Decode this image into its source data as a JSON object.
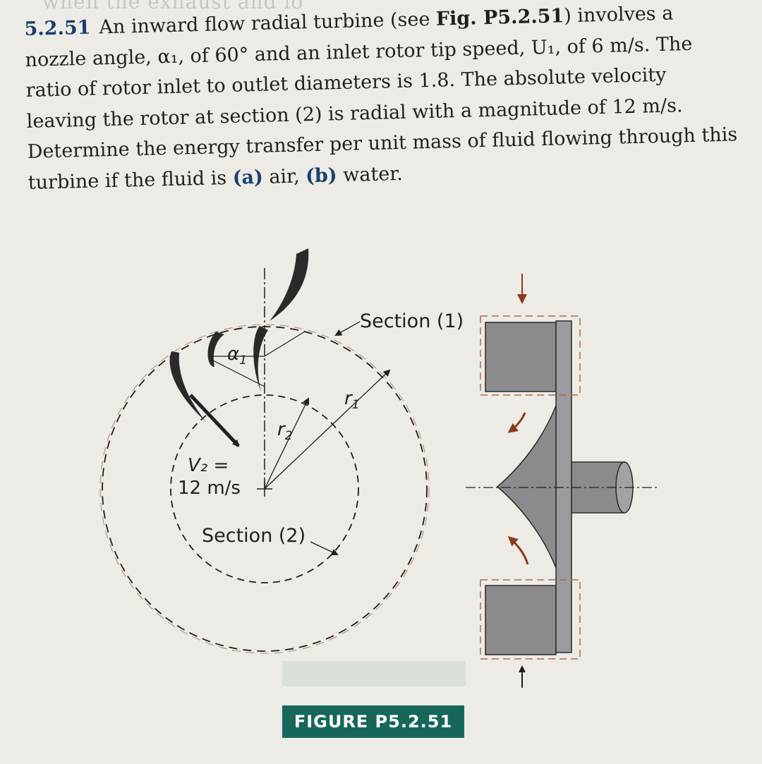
{
  "problem": {
    "number": "5.2.51",
    "text_1": "An inward flow radial turbine (see ",
    "figure_ref": "Fig. P5.2.51",
    "text_2": ") involves a nozzle angle, α₁, of 60° and an inlet rotor tip speed, U₁, of 6 m/s. The ratio of rotor inlet to outlet diameters is 1.8. The absolute velocity leaving the rotor at section (2) is radial with a magnitude of 12 m/s. Determine the energy transfer per unit mass of fluid flowing through this turbine if the fluid is ",
    "part_a": "(a)",
    "text_3": " air, ",
    "part_b": "(b)",
    "text_4": " water."
  },
  "figure": {
    "section_1": "Section (1)",
    "section_2": "Section (2)",
    "alpha": "α",
    "alpha_sub": "1",
    "r1": "r",
    "r1_sub": "1",
    "r2": "r",
    "r2_sub": "2",
    "v2_line1": "V₂ =",
    "v2_line2": "12 m/s",
    "caption": "FIGURE P5.2.51"
  },
  "colors": {
    "heading": "#1b3f6b",
    "caption_bg": "#16675a",
    "dashed_circle": "#b06b4a",
    "flow_arrow": "#8a3a1c",
    "housing": "#8b8b8e"
  }
}
